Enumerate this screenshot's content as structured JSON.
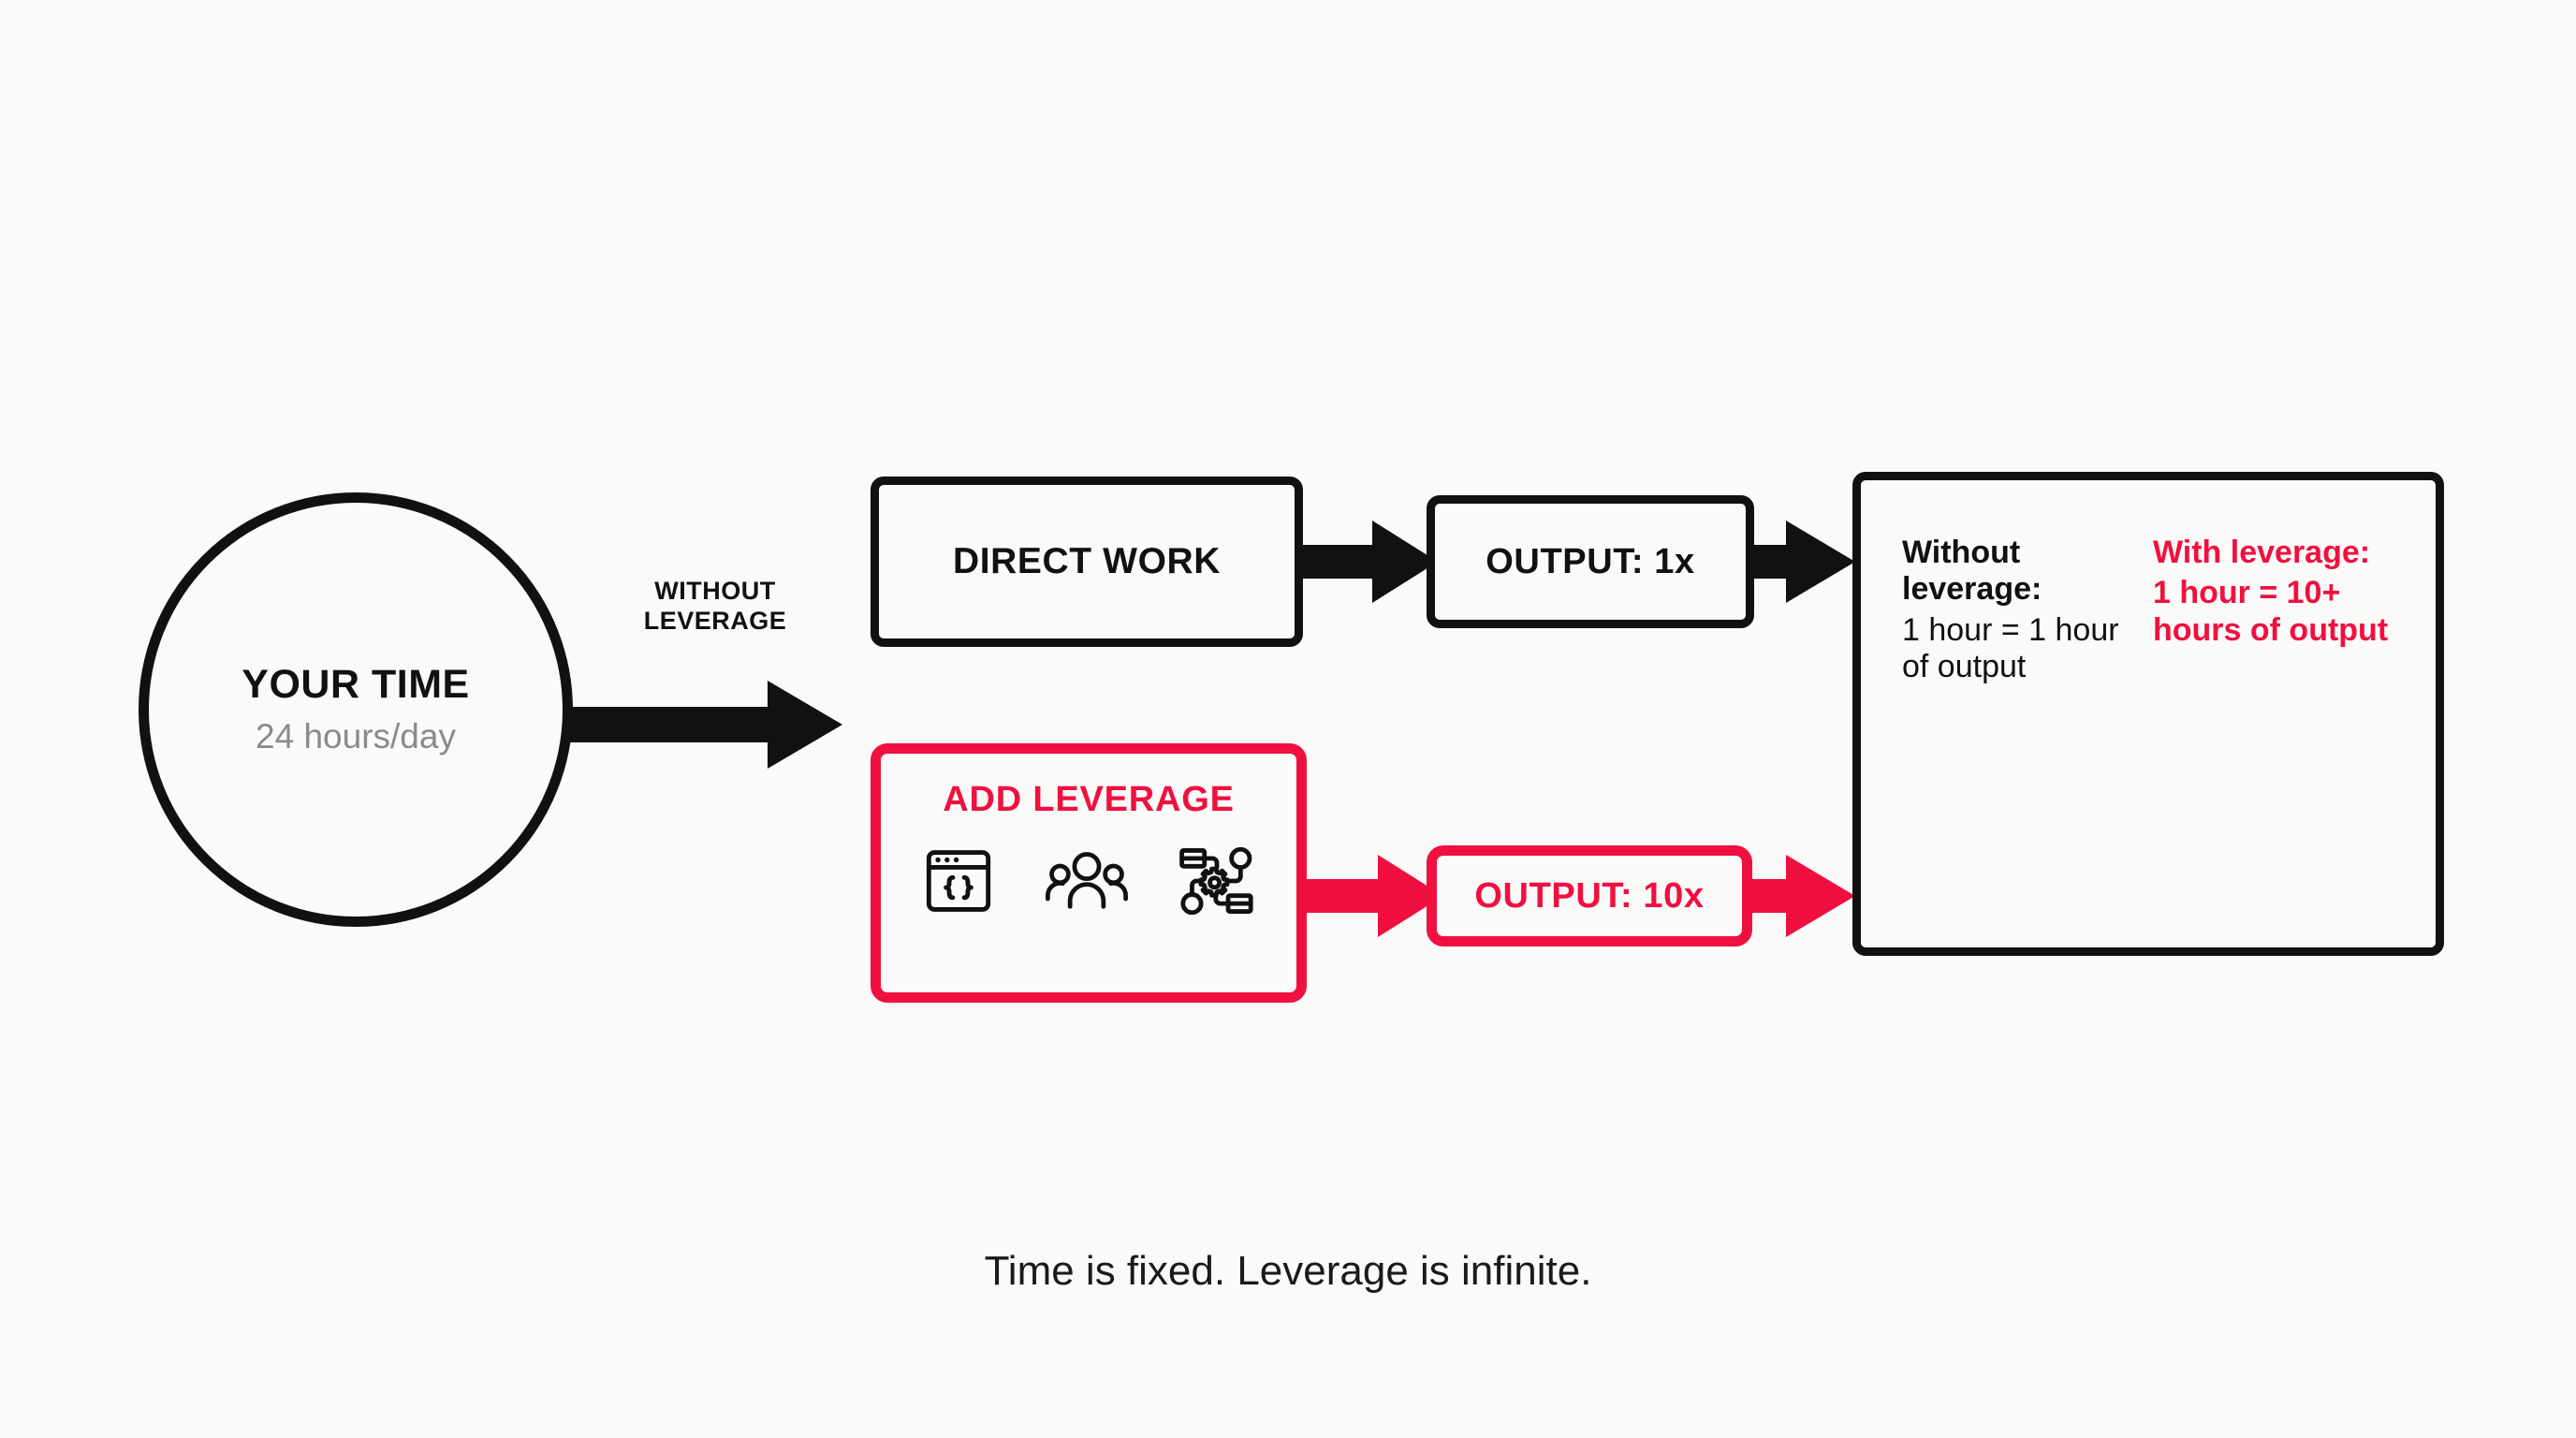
{
  "canvas": {
    "background": "#FAFAF8",
    "black": "#111111",
    "red": "#F01040",
    "muted": "#8A8A8A"
  },
  "source_node": {
    "title": "YOUR TIME",
    "subtitle": "24 hours/day",
    "shape": "circle"
  },
  "edges": {
    "from_time_label": "WITHOUT\nLEVERAGE",
    "from_time_label_line1": "WITHOUT",
    "from_time_label_line2": "LEVERAGE"
  },
  "branches": {
    "top": {
      "step": "DIRECT WORK",
      "result": "OUTPUT: 1x",
      "color": "#111111"
    },
    "bottom": {
      "step": "ADD LEVERAGE",
      "result": "OUTPUT: 10x",
      "color": "#F01040",
      "icons": [
        {
          "name": "code-window-icon",
          "meaning": "code"
        },
        {
          "name": "people-group-icon",
          "meaning": "people"
        },
        {
          "name": "automation-workflow-icon",
          "meaning": "automation"
        }
      ]
    }
  },
  "comparison": {
    "left": {
      "heading": "Without leverage:",
      "body": "1 hour = 1 hour of output"
    },
    "right": {
      "heading": "With leverage:",
      "body": "1 hour = 10+ hours of output"
    }
  },
  "caption": "Time is fixed. Leverage is infinite."
}
